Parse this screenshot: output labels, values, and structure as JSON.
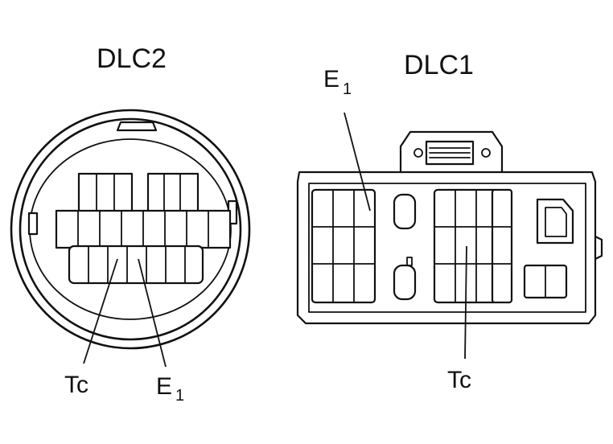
{
  "dlc2": {
    "title": "DLC2",
    "tc_label": "Tc",
    "e1_label": "E",
    "e1_sub": "1"
  },
  "dlc1": {
    "title": "DLC1",
    "tc_label": "Tc",
    "e1_label": "E",
    "e1_sub": "1"
  }
}
